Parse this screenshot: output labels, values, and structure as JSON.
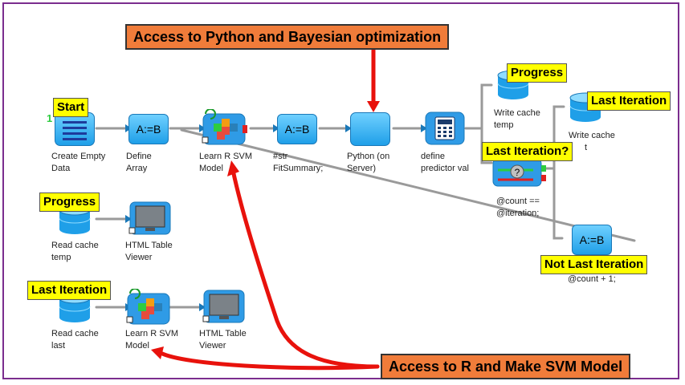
{
  "banners": {
    "python": "Access to Python and Bayesian optimization",
    "r": "Access to R and Make SVM Model"
  },
  "callouts": {
    "start": "Start",
    "progress_top": "Progress",
    "last_iteration_top": "Last Iteration",
    "last_iteration_q": "Last Iteration?",
    "progress_left": "Progress",
    "last_iteration_left": "Last Iteration",
    "not_last_iteration": "Not Last Iteration"
  },
  "nodes": {
    "create_empty": [
      "Create Empty",
      "Data"
    ],
    "define_array": [
      "Define",
      "Array"
    ],
    "learn_svm_top": [
      "Learn R SVM",
      "Model"
    ],
    "fitsummary": [
      "#str",
      "FitSummary;"
    ],
    "python": [
      "Python (on",
      "Server)"
    ],
    "define_predictor": [
      "define",
      "predictor val"
    ],
    "write_cache_temp": [
      "Write cache",
      "temp"
    ],
    "write_cache_last": [
      "Write cache",
      "t"
    ],
    "count_check": [
      "@count ==",
      "@iteration;"
    ],
    "assign_count": [
      "@count + 1;"
    ],
    "read_cache_temp": [
      "Read cache",
      "temp"
    ],
    "html_viewer_1": [
      "HTML Table",
      "Viewer"
    ],
    "read_cache_last": [
      "Read cache",
      "last"
    ],
    "learn_svm_bottom": [
      "Learn R SVM",
      "Model"
    ],
    "html_viewer_2": [
      "HTML Table",
      "Viewer"
    ]
  },
  "assign_text": "A:=B",
  "start_number": "1",
  "colors": {
    "frame": "#7b2d8e",
    "banner": "#f07c3a",
    "callout": "#ffff00",
    "arrow": "#e8120c",
    "node_blue": "#1f9fe8",
    "port_green": "#2ecc40",
    "port_red": "#e02020"
  }
}
